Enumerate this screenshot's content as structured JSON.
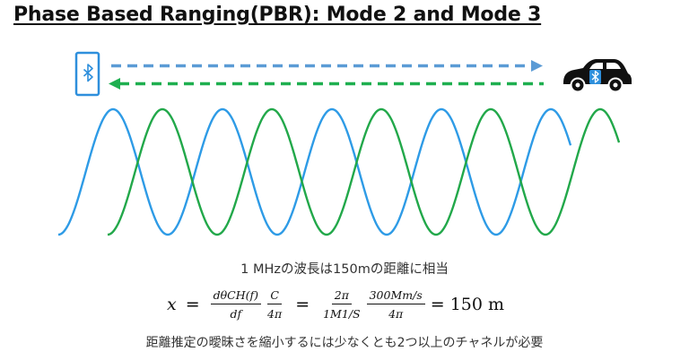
{
  "title": "Phase Based Ranging(PBR): Mode 2 and Mode 3",
  "colors": {
    "blue": "#2E9BE6",
    "green": "#22A84A",
    "arrow_blue": "#5B9BD5",
    "arrow_green": "#1FAF50",
    "icon_blue": "#2E8FDC",
    "car": "#111111"
  },
  "icons": {
    "left": "bluetooth-device-icon",
    "right": "car-with-bluetooth-icon"
  },
  "caption_top": "1 MHzの波長は150mの距離に相当",
  "formula": {
    "lhs": "x",
    "eq": "=",
    "f1_num": "dθCH(f)",
    "f1_den": "df",
    "f2_num": "C",
    "f2_den": "4π",
    "f3_num": "2π",
    "f3_den": "1M1/S",
    "f4_num": "300Mm/s",
    "f4_den": "4π",
    "result": "= 150 m"
  },
  "caption_bottom": "距離推定の曖昧さを縮小するには少なくとも2つ以上のチャネルが必要"
}
